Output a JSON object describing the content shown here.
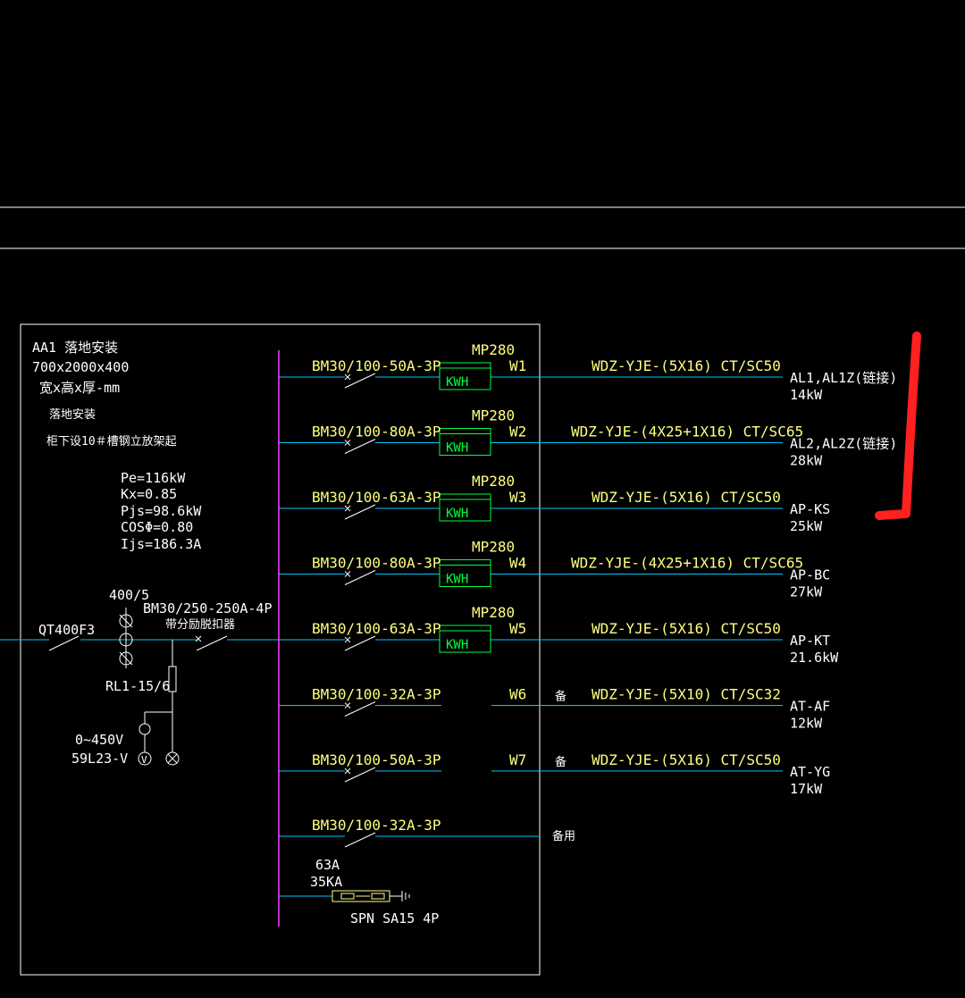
{
  "colors": {
    "background": "#000000",
    "frame": "#ffffff",
    "feeder_line": "#00c8ff",
    "busbar": "#ff40ff",
    "label_yellow": "#ffff80",
    "meter_green": "#00ff40",
    "annotation_red": "#ff2020"
  },
  "panel": {
    "name": "AA1 落地安装",
    "size": "700x2000x400",
    "size_note": "宽x高x厚-mm",
    "mount": "落地安装",
    "base_note": "柜下设10＃槽钢立放架起"
  },
  "calc": {
    "pe": "Pe=116kW",
    "kx": "Kx=0.85",
    "pjs": "Pjs=98.6kW",
    "cos": "COSΦ=0.80",
    "ijs": "Ijs=186.3A"
  },
  "incoming": {
    "switch": "QT400F3",
    "ct": "400/5",
    "main_breaker": "BM30/250-250A-4P",
    "main_breaker_note": "带分励脱扣器",
    "fuse": "RL1-15/6",
    "voltmeter_range": "0~450V",
    "voltmeter_model": "59L23-V",
    "voltmeter_symbol": "V"
  },
  "feeders": [
    {
      "breaker": "BM30/100-50A-3P",
      "meter": "MP280",
      "kwh": "KWH",
      "circuit": "W1",
      "spare": "",
      "cable": "WDZ-YJE-(5X16) CT/SC50",
      "dest": "AL1,AL1Z(链接)",
      "load": "14kW"
    },
    {
      "breaker": "BM30/100-80A-3P",
      "meter": "MP280",
      "kwh": "KWH",
      "circuit": "W2",
      "spare": "",
      "cable": "WDZ-YJE-(4X25+1X16) CT/SC65",
      "dest": "AL2,AL2Z(链接)",
      "load": "28kW"
    },
    {
      "breaker": "BM30/100-63A-3P",
      "meter": "MP280",
      "kwh": "KWH",
      "circuit": "W3",
      "spare": "",
      "cable": "WDZ-YJE-(5X16) CT/SC50",
      "dest": "AP-KS",
      "load": "25kW"
    },
    {
      "breaker": "BM30/100-80A-3P",
      "meter": "MP280",
      "kwh": "KWH",
      "circuit": "W4",
      "spare": "",
      "cable": "WDZ-YJE-(4X25+1X16) CT/SC65",
      "dest": "AP-BC",
      "load": "27kW"
    },
    {
      "breaker": "BM30/100-63A-3P",
      "meter": "MP280",
      "kwh": "KWH",
      "circuit": "W5",
      "spare": "",
      "cable": "WDZ-YJE-(5X16) CT/SC50",
      "dest": "AP-KT",
      "load": "21.6kW"
    },
    {
      "breaker": "BM30/100-32A-3P",
      "meter": "",
      "kwh": "",
      "circuit": "W6",
      "spare": "备",
      "cable": "WDZ-YJE-(5X10) CT/SC32",
      "dest": "AT-AF",
      "load": "12kW"
    },
    {
      "breaker": "BM30/100-50A-3P",
      "meter": "",
      "kwh": "",
      "circuit": "W7",
      "spare": "备",
      "cable": "WDZ-YJE-(5X16) CT/SC50",
      "dest": "AT-YG",
      "load": "17kW"
    }
  ],
  "spare_circuit": {
    "breaker": "BM30/100-32A-3P",
    "label": "备用"
  },
  "spd": {
    "current": "63A",
    "breaking": "35KA",
    "model": "SPN SA15 4P"
  }
}
